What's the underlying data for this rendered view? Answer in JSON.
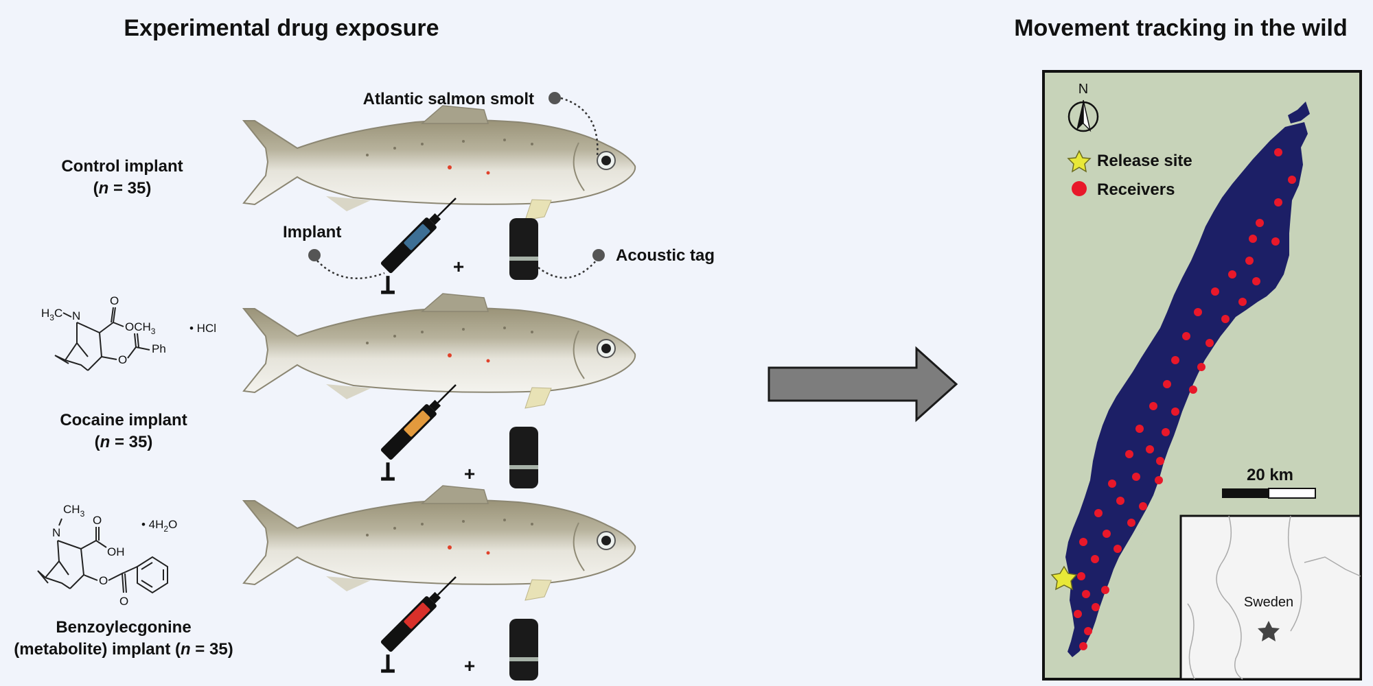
{
  "left_title": "Experimental drug exposure",
  "right_title": "Movement tracking in the wild",
  "callouts": {
    "smolt": "Atlantic salmon smolt",
    "implant": "Implant",
    "tag": "Acoustic tag"
  },
  "groups": [
    {
      "name": "Control implant",
      "n_prefix": "(",
      "n_var": "n",
      "n_value": " = 35)",
      "syringe_color": "#3d6f95"
    },
    {
      "name": "Cocaine implant",
      "n_prefix": "(",
      "n_var": "n",
      "n_value": " = 35)",
      "syringe_color": "#e39a3d"
    },
    {
      "name": "Benzoylecgonine",
      "name2": "(metabolite) implant (",
      "n_var": "n",
      "n_value": " = 35)",
      "syringe_color": "#d9302a"
    }
  ],
  "plus": "+",
  "chem": {
    "cocaine": {
      "nme_h": "H",
      "nme_3": "3",
      "nme_c": "C",
      "n": "N",
      "ester": "OCH",
      "ester_3": "3",
      "salt": "• HCl",
      "o1": "O",
      "o2": "O",
      "ph": "Ph"
    },
    "benzoyl": {
      "ch": "CH",
      "ch_3": "3",
      "n": "N",
      "oh": "OH",
      "salt": "• 4H",
      "salt_2": "2",
      "salt_o": "O",
      "o1": "O",
      "o2": "O",
      "o3": "O"
    }
  },
  "map": {
    "north": "N",
    "legend_release": "Release site",
    "legend_receivers": "Receivers",
    "scale_label": "20 km",
    "inset_label": "Sweden",
    "colors": {
      "land": "#c7d3b9",
      "lake": "#1c1f66",
      "receiver": "#e8182a",
      "release": "#e8e838"
    }
  }
}
